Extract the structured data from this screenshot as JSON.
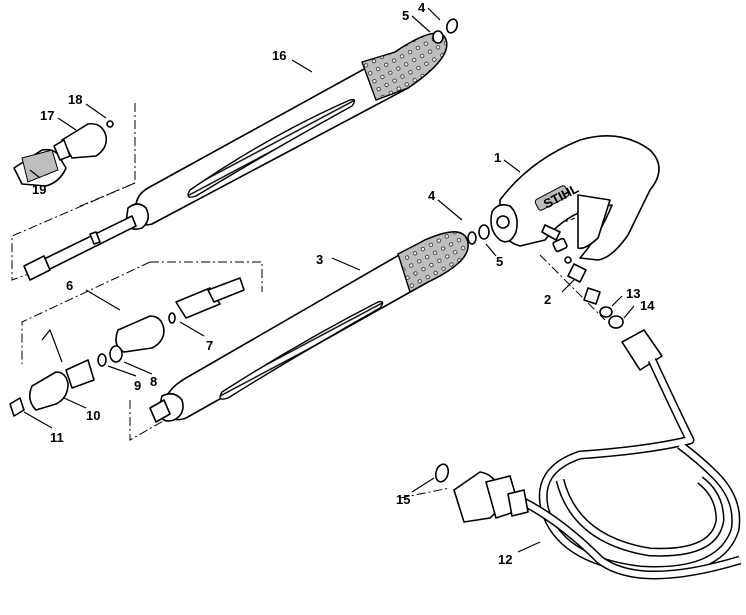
{
  "diagram": {
    "type": "exploded parts diagram",
    "callouts": [
      "1",
      "2",
      "3",
      "4",
      "4",
      "5",
      "5",
      "6",
      "7",
      "8",
      "9",
      "10",
      "11",
      "12",
      "13",
      "14",
      "15",
      "16",
      "17",
      "18",
      "19"
    ],
    "logo_text": "STIHL"
  }
}
